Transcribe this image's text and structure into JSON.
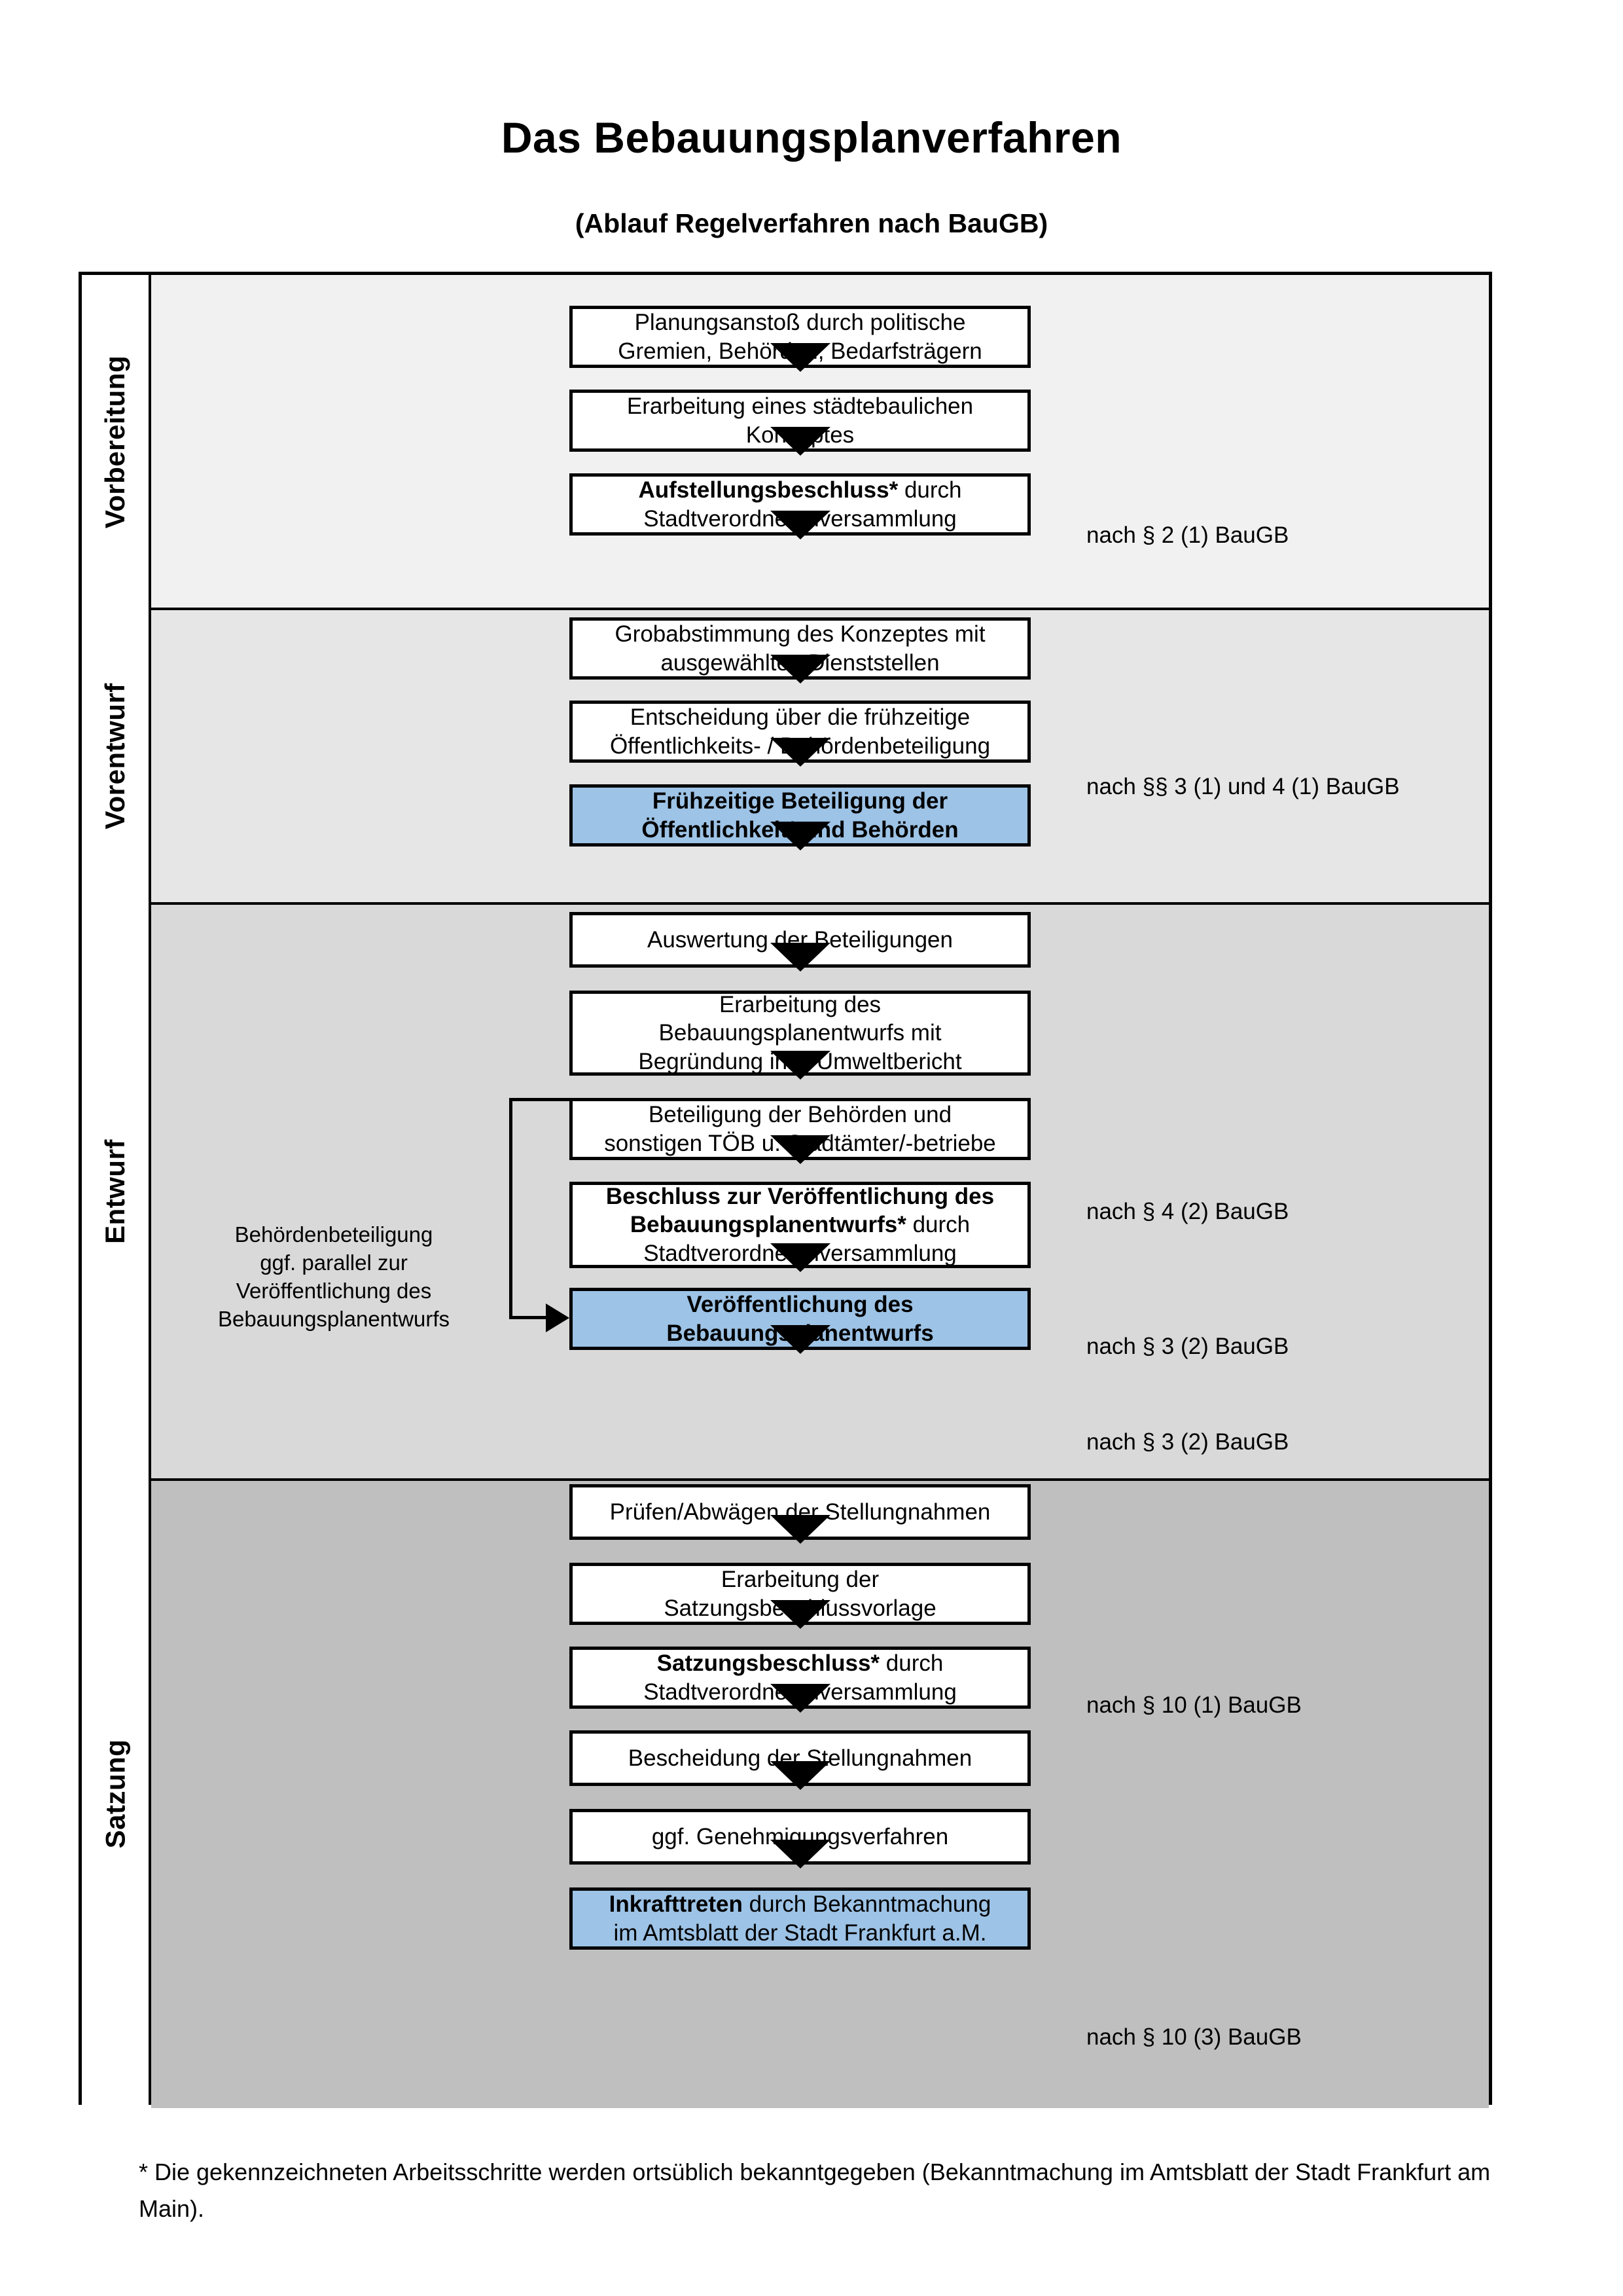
{
  "header": {
    "title": "Das Bebauungsplanverfahren",
    "subtitle": "(Ablauf Regelverfahren nach BauGB)"
  },
  "phases": [
    {
      "id": "vorbereitung",
      "label": "Vorbereitung"
    },
    {
      "id": "vorentwurf",
      "label": "Vorentwurf"
    },
    {
      "id": "entwurf",
      "label": "Entwurf"
    },
    {
      "id": "satzung",
      "label": "Satzung"
    }
  ],
  "steps": [
    {
      "id": "step-1",
      "phase": "vorbereitung",
      "highlight": false,
      "lines": [
        "Planungsanstoß durch politische",
        "Gremien, Behörden, Bedarfsträgern"
      ]
    },
    {
      "id": "step-2",
      "phase": "vorbereitung",
      "highlight": false,
      "lines": [
        "Erarbeitung eines städtebaulichen",
        "Konzeptes"
      ]
    },
    {
      "id": "step-3",
      "phase": "vorbereitung",
      "highlight": false,
      "bold_prefix": "Aufstellungsbeschluss*",
      "rest": " durch",
      "lines": [
        "Aufstellungsbeschluss* durch",
        "Stadtverordnetenversammlung"
      ]
    },
    {
      "id": "step-4",
      "phase": "vorentwurf",
      "highlight": false,
      "lines": [
        "Grobabstimmung des Konzeptes mit",
        "ausgewählten Dienststellen"
      ]
    },
    {
      "id": "step-5",
      "phase": "vorentwurf",
      "highlight": false,
      "lines": [
        "Entscheidung über die frühzeitige",
        "Öffentlichkeits- / Behördenbeteiligung"
      ]
    },
    {
      "id": "step-6",
      "phase": "vorentwurf",
      "highlight": true,
      "lines": [
        "Frühzeitige Beteiligung der",
        "Öffentlichkeit* und Behörden"
      ]
    },
    {
      "id": "step-7",
      "phase": "entwurf",
      "highlight": false,
      "lines": [
        "Auswertung der Beteiligungen"
      ]
    },
    {
      "id": "step-8",
      "phase": "entwurf",
      "highlight": false,
      "lines": [
        "Erarbeitung des",
        "Bebauungsplanentwurfs mit",
        "Begründung inkl. Umweltbericht"
      ]
    },
    {
      "id": "step-9",
      "phase": "entwurf",
      "highlight": false,
      "lines": [
        "Beteiligung der Behörden und",
        "sonstigen TÖB u. Stadtämter/-betriebe"
      ]
    },
    {
      "id": "step-10",
      "phase": "entwurf",
      "highlight": false,
      "bold_prefix": "Beschluss zur Veröffentlichung des Bebauungsplanentwurfs*",
      "rest": " durch",
      "lines": [
        "Beschluss zur Veröffentlichung des",
        "Bebauungsplanentwurfs* durch",
        "Stadtverordnetenversammlung"
      ]
    },
    {
      "id": "step-11",
      "phase": "entwurf",
      "highlight": true,
      "lines": [
        "Veröffentlichung des",
        "Bebauungsplanentwurfs"
      ]
    },
    {
      "id": "step-12",
      "phase": "satzung",
      "highlight": false,
      "lines": [
        "Prüfen/Abwägen der Stellungnahmen"
      ]
    },
    {
      "id": "step-13",
      "phase": "satzung",
      "highlight": false,
      "lines": [
        "Erarbeitung der",
        "Satzungsbeschlussvorlage"
      ]
    },
    {
      "id": "step-14",
      "phase": "satzung",
      "highlight": false,
      "bold_prefix": "Satzungsbeschluss*",
      "rest": " durch",
      "lines": [
        "Satzungsbeschluss* durch",
        "Stadtverordnetenversammlung"
      ]
    },
    {
      "id": "step-15",
      "phase": "satzung",
      "highlight": false,
      "lines": [
        "Bescheidung der Stellungnahmen"
      ]
    },
    {
      "id": "step-16",
      "phase": "satzung",
      "highlight": false,
      "lines": [
        "ggf. Genehmigungsverfahren"
      ]
    },
    {
      "id": "step-17",
      "phase": "satzung",
      "highlight": true,
      "bold_prefix": "Inkrafttreten",
      "rest": " durch Bekanntmachung",
      "lines": [
        "Inkrafttreten durch Bekanntmachung",
        "im Amtsblatt der Stadt Frankfurt a.M."
      ]
    }
  ],
  "annotations": [
    {
      "id": "annot-1",
      "text": "nach § 2 (1) BauGB"
    },
    {
      "id": "annot-2",
      "text": "nach §§ 3 (1) und 4 (1) BauGB"
    },
    {
      "id": "annot-3",
      "text": "nach § 4 (2) BauGB"
    },
    {
      "id": "annot-4",
      "text": "nach § 3 (2) BauGB"
    },
    {
      "id": "annot-5",
      "text": "nach § 3 (2) BauGB"
    },
    {
      "id": "annot-6",
      "text": "nach § 10 (1) BauGB"
    },
    {
      "id": "annot-7",
      "text": "nach § 10 (3) BauGB"
    }
  ],
  "left_note": {
    "lines": [
      "Behördenbeteiligung",
      "ggf. parallel zur",
      "Veröffentlichung des",
      "Bebauungsplanentwurfs"
    ]
  },
  "footnote": {
    "text": "* Die gekennzeichneten Arbeitsschritte werden ortsüblich bekanntgegeben (Bekanntmachung im Amtsblatt  der Stadt Frankfurt am Main)."
  },
  "colors": {
    "highlight": "#9DC3E6",
    "band_vorbereitung": "#F1F1F1",
    "band_vorentwurf": "#E6E6E6",
    "band_entwurf": "#D9D9D9",
    "band_satzung": "#BFBFBF",
    "border": "#000000"
  }
}
